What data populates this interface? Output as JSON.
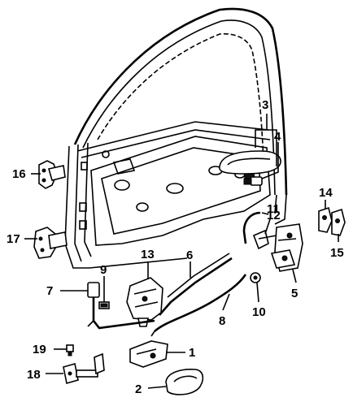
{
  "callouts": [
    {
      "id": "1",
      "text": "1"
    },
    {
      "id": "2",
      "text": "2"
    },
    {
      "id": "3",
      "text": "3"
    },
    {
      "id": "4",
      "text": "4"
    },
    {
      "id": "5",
      "text": "5"
    },
    {
      "id": "6",
      "text": "6"
    },
    {
      "id": "7",
      "text": "7"
    },
    {
      "id": "8",
      "text": "8"
    },
    {
      "id": "9",
      "text": "9"
    },
    {
      "id": "10",
      "text": "10"
    },
    {
      "id": "11",
      "text": "11"
    },
    {
      "id": "12",
      "text": "12"
    },
    {
      "id": "13",
      "text": "13"
    },
    {
      "id": "14",
      "text": "14"
    },
    {
      "id": "15",
      "text": "15"
    },
    {
      "id": "16",
      "text": "16"
    },
    {
      "id": "17",
      "text": "17"
    },
    {
      "id": "18",
      "text": "18"
    },
    {
      "id": "19",
      "text": "19"
    }
  ]
}
